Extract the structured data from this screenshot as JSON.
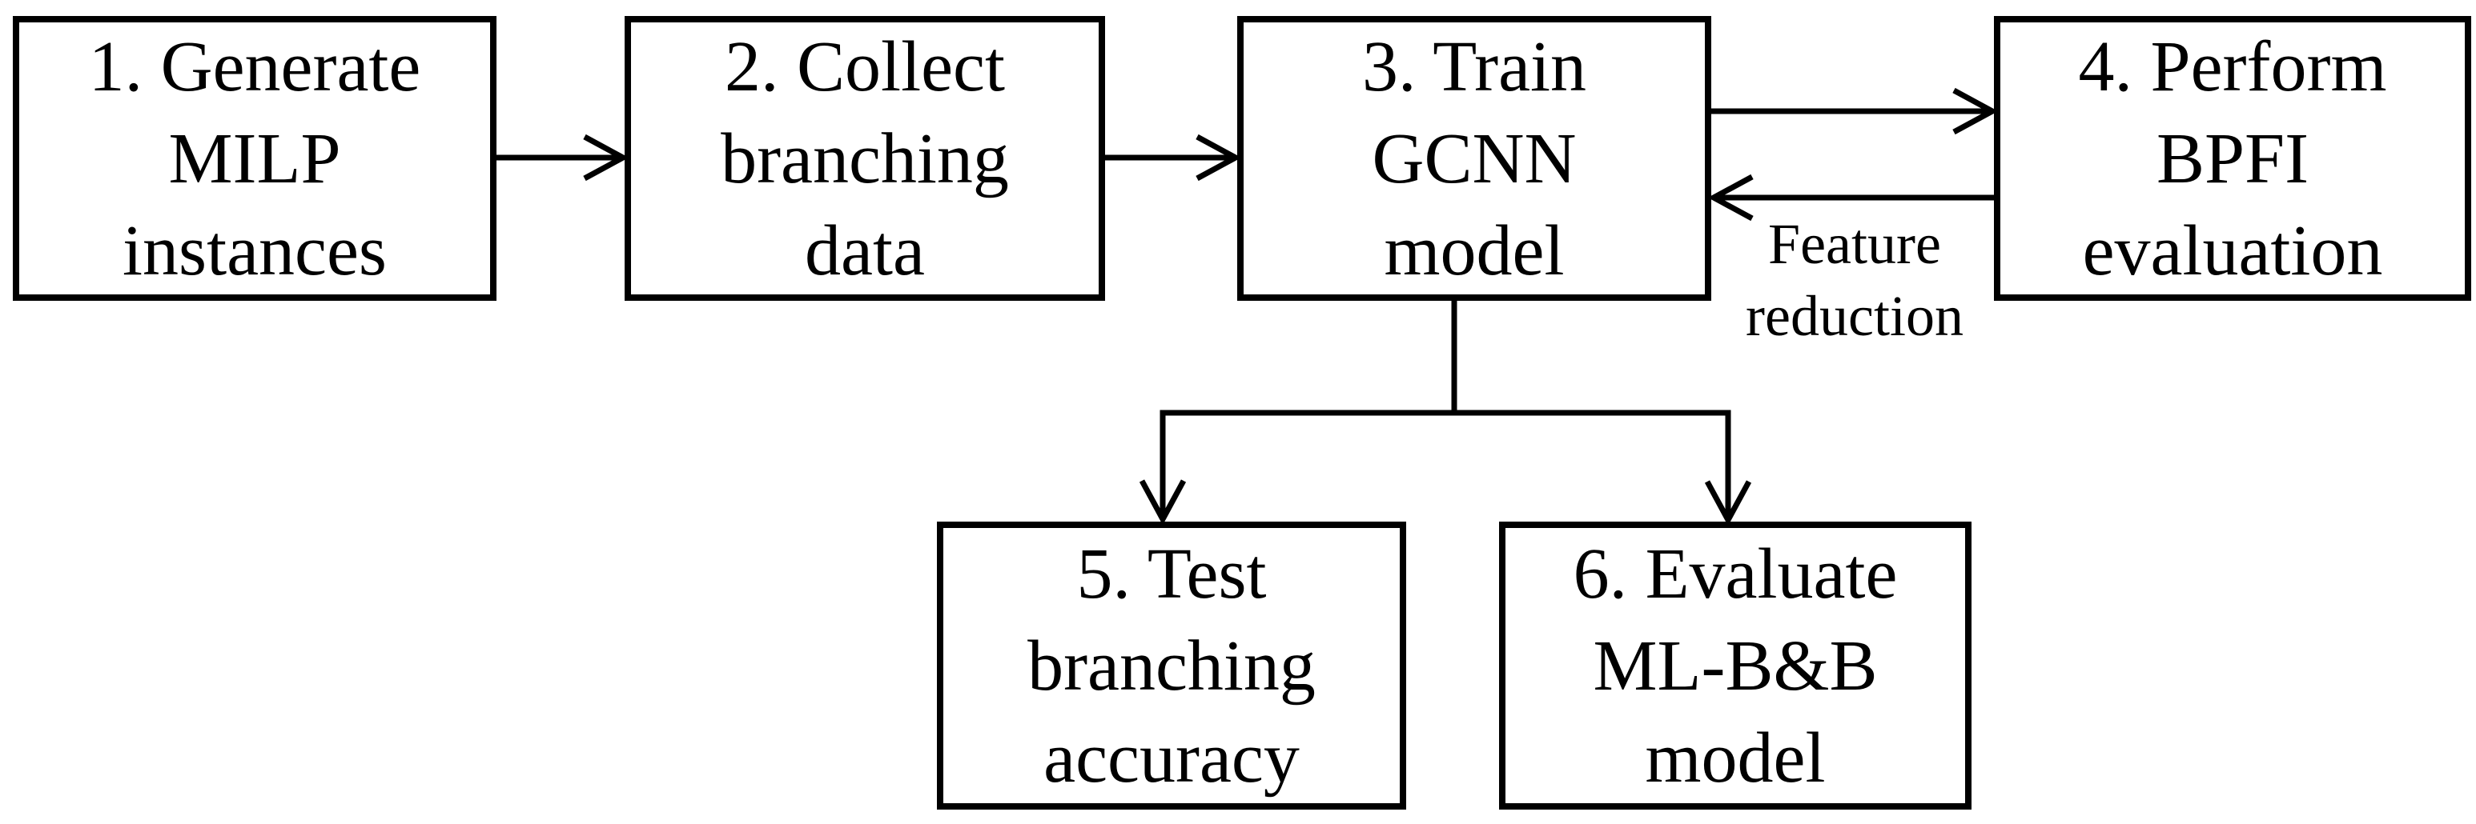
{
  "diagram": {
    "type": "flowchart",
    "background_color": "#ffffff",
    "stroke_color": "#000000",
    "boxes": [
      {
        "id": "1",
        "lines": [
          "1. Generate",
          "MILP",
          "instances"
        ]
      },
      {
        "id": "2",
        "lines": [
          "2. Collect",
          "branching",
          "data"
        ]
      },
      {
        "id": "3",
        "lines": [
          "3. Train",
          "GCNN",
          "model"
        ]
      },
      {
        "id": "4",
        "lines": [
          "4. Perform",
          "BPFI",
          "evaluation"
        ]
      },
      {
        "id": "5",
        "lines": [
          "5. Test",
          "branching",
          "accuracy"
        ]
      },
      {
        "id": "6",
        "lines": [
          "6. Evaluate",
          "ML-B&B",
          "model"
        ]
      }
    ],
    "edges": [
      {
        "from": "1",
        "to": "2"
      },
      {
        "from": "2",
        "to": "3"
      },
      {
        "from": "3",
        "to": "4"
      },
      {
        "from": "4",
        "to": "3",
        "label": "Feature reduction"
      },
      {
        "from": "3",
        "to": "5"
      },
      {
        "from": "3",
        "to": "6"
      }
    ],
    "edge_label": {
      "lines": [
        "Feature",
        "reduction"
      ]
    }
  }
}
